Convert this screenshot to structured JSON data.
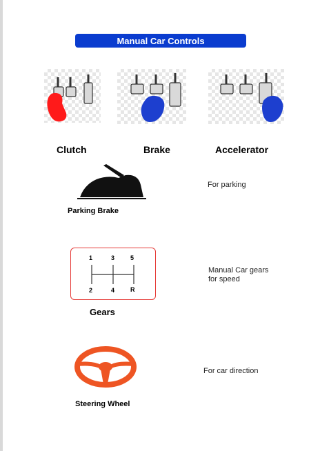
{
  "title": "Manual Car Controls",
  "pedals": [
    {
      "label": "Clutch",
      "highlight_color": "#ff1a1a"
    },
    {
      "label": "Brake",
      "highlight_color": "#1d3fcf"
    },
    {
      "label": "Accelerator",
      "highlight_color": "#1d3fcf"
    }
  ],
  "parking": {
    "label": "Parking Brake",
    "desc": "For parking",
    "icon": "parking-brake-lever-icon"
  },
  "gears": {
    "label": "Gears",
    "desc_line1": "Manual Car gears",
    "desc_line2": "for speed",
    "top_numbers": [
      "1",
      "3",
      "5"
    ],
    "bottom_numbers": [
      "2",
      "4",
      "R"
    ],
    "box_color": "#e53935"
  },
  "steering": {
    "label": "Steering Wheel",
    "desc": "For car direction",
    "color": "#ee5523"
  }
}
